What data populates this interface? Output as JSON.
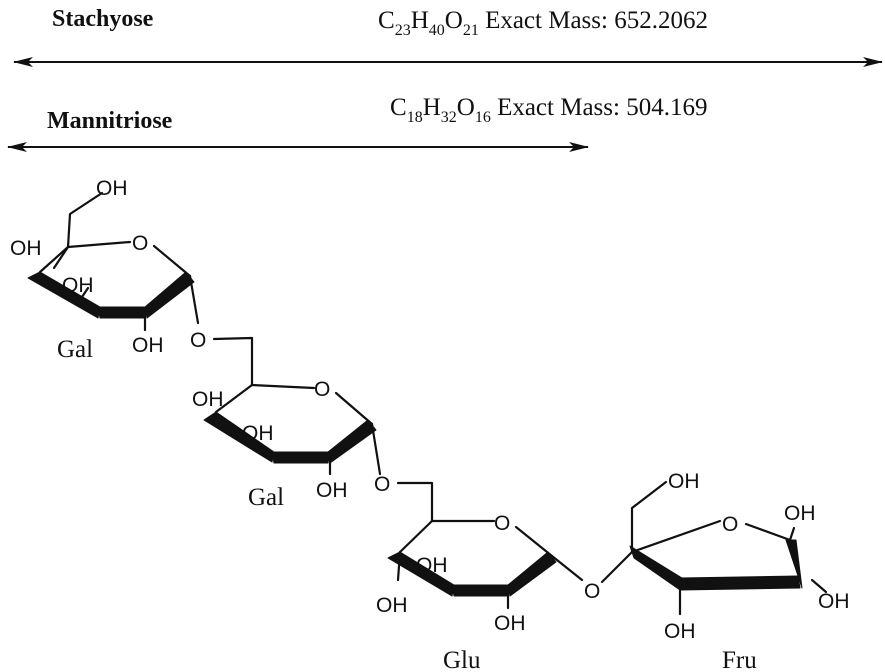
{
  "header": {
    "stachyose": {
      "name": "Stachyose",
      "formula": {
        "c": "C",
        "c_n": "23",
        "h": "H",
        "h_n": "40",
        "o": "O",
        "o_n": "21"
      },
      "mass_text": "Exact Mass: 652.2062"
    },
    "mannitriose": {
      "name": "Mannitriose",
      "formula": {
        "c": "C",
        "c_n": "18",
        "h": "H",
        "h_n": "32",
        "o": "O",
        "o_n": "16"
      },
      "mass_text": "Exact Mass: 504.169"
    }
  },
  "atoms": {
    "oh": "OH",
    "o": "O"
  },
  "units": {
    "gal1": "Gal",
    "gal2": "Gal",
    "glu": "Glu",
    "fru": "Fru"
  }
}
